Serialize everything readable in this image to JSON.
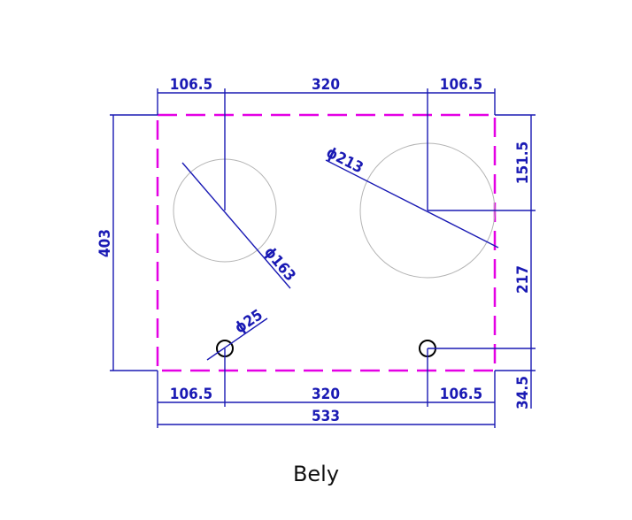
{
  "caption": "Bely",
  "colors": {
    "dimension": "#1a1ab4",
    "outline": "#e400e4",
    "cutout": "#b4b4b4",
    "hole": "#000000"
  },
  "dimensions": {
    "top_left": "106.5",
    "top_mid": "320",
    "top_right": "106.5",
    "bottom_left": "106.5",
    "bottom_mid": "320",
    "bottom_right": "106.5",
    "overall_width": "533",
    "overall_height": "403",
    "right_top": "151.5",
    "right_mid": "217",
    "right_bottom": "34.5",
    "diameter_small": "ϕ163",
    "diameter_large": "ϕ213",
    "diameter_hole": "ϕ25"
  }
}
